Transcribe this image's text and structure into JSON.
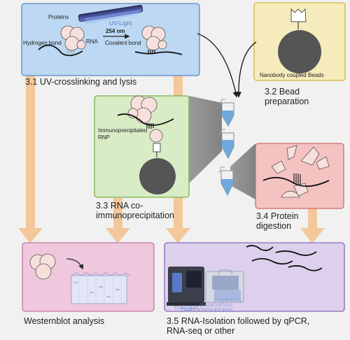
{
  "steps": {
    "s31": {
      "label": "3.1 UV-crosslinking and lysis"
    },
    "s32": {
      "label_line1": "3.2 Bead",
      "label_line2": "preparation"
    },
    "s33": {
      "label_line1": "3.3 RNA co-",
      "label_line2": "immunoprecipitation"
    },
    "s34": {
      "label_line1": "3.4 Protein",
      "label_line2": "digestion"
    },
    "s35": {
      "label_line1": "3.5 RNA-Isolation followed by qPCR,",
      "label_line2": "RNA-seq or other"
    },
    "wb": {
      "label": "Westernblot analysis"
    }
  },
  "annotations": {
    "proteins": "Proteins",
    "uv_light": "UV-Light",
    "wavelength": "254 nm",
    "hydrogen_bond": "Hydrogen bond",
    "rna": "RNA",
    "covalent_bond": "Covalent bond",
    "nanobody_beads": "Nanobody coupled Beads",
    "ip_rnp_line1": "Immunoprecipitated",
    "ip_rnp_line2": "RNP"
  },
  "colors": {
    "box_uv": "#bcd8f2",
    "box_bead": "#f6ecbb",
    "box_ip": "#d8ecc6",
    "box_digest": "#f5c2c2",
    "box_wb": "#efc8de",
    "box_rna": "#ddd0ec",
    "arrow_orange": "#f3c79a",
    "protein": "#f7e0dc",
    "bead": "#555555",
    "tube_liquid": "#6ea8dc"
  }
}
